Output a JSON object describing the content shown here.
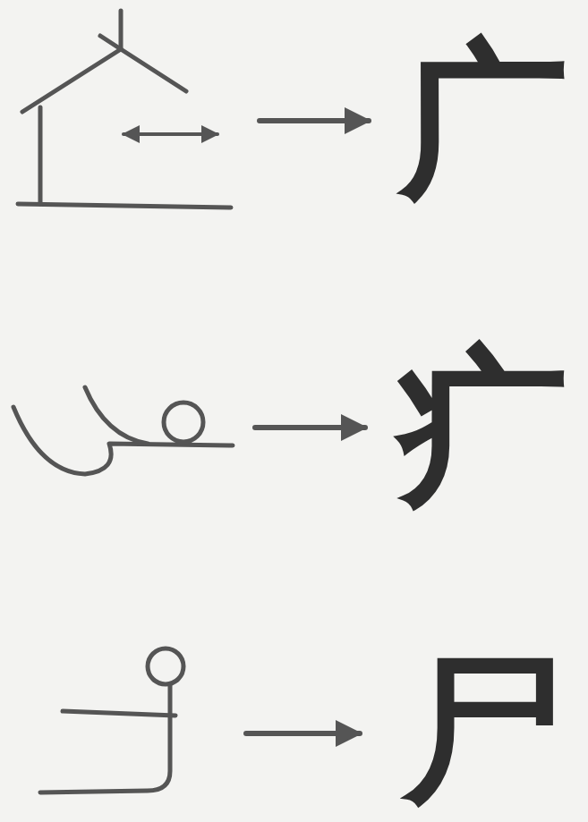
{
  "diagram": {
    "labels": [
      "广",
      "疒",
      "尸"
    ]
  }
}
